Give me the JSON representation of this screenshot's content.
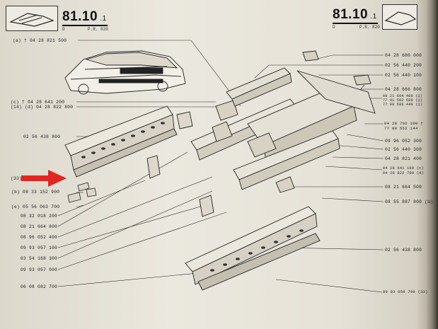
{
  "header_left": {
    "section": "81.10",
    "sub": "1",
    "meta_left": "D",
    "meta_right": "P.R. 820"
  },
  "header_right": {
    "section": "81.10",
    "sub": "1",
    "meta_left": "D",
    "meta_right": "P.R. 820"
  },
  "labels_left": [
    "(a) † 04 28 821 500",
    "(c) † 04 28 641 200",
    "(14) (d) 04 28 822 800",
    "02 56 438 800",
    "(33)",
    "(b) 08 33 152 900",
    "(e) 05 56 063 700",
    "08 32 018 200",
    "08 21 664 800",
    "08 96 052 400",
    "09 93 057 100",
    "03 54 168 300",
    "09 93 057 000",
    "06 08 082 700"
  ],
  "labels_right": [
    "04 28 680 000",
    "02 56 440 200",
    "02 56 440 100",
    "04 28 666 800",
    "08 21 664 400 (‡)",
    "77 01 502 680 (‡)",
    "77 00 506 449 (‡)",
    "04 28 702 100 †",
    "77 00 552 144",
    "09 96 052 300",
    "02 56 440 300",
    "04 28 821 400",
    "04 28 641 100 (c)",
    "04 28 822 700 (d)",
    "08 21 664 500",
    "08 55 887 800 (b)",
    "02 56 438 800",
    "09 93 050 700 (33)"
  ]
}
